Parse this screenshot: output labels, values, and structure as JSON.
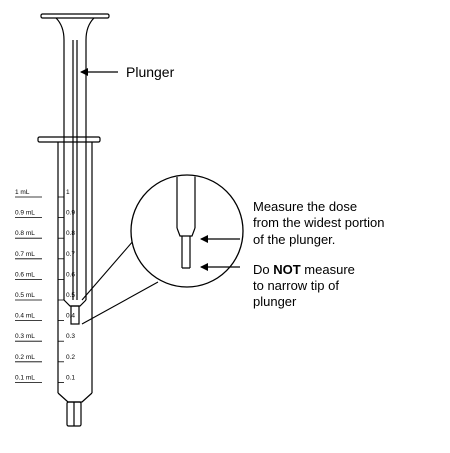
{
  "labels": {
    "plunger": "Plunger",
    "measure_widest_line1": "Measure the dose",
    "measure_widest_line2": "from the widest portion",
    "measure_widest_line3": "of the plunger.",
    "do_not_prefix": "Do ",
    "do_not_bold": "NOT",
    "do_not_suffix": " measure",
    "do_not_line2": "to narrow tip of",
    "do_not_line3": "plunger"
  },
  "scale_labels": [
    "1  mL",
    "0.9 mL",
    "0.8 mL",
    "0.7 mL",
    "0.6 mL",
    "0.5 mL",
    "0.4 mL",
    "0.3 mL",
    "0.2 mL",
    "0.1 mL"
  ],
  "barrel_numbers": [
    "1",
    "0.9",
    "0.8",
    "0.7",
    "0.6",
    "0.5",
    "0.4",
    "0.3",
    "0.2",
    "0.1"
  ],
  "colors": {
    "line": "#000000",
    "background": "#ffffff"
  }
}
